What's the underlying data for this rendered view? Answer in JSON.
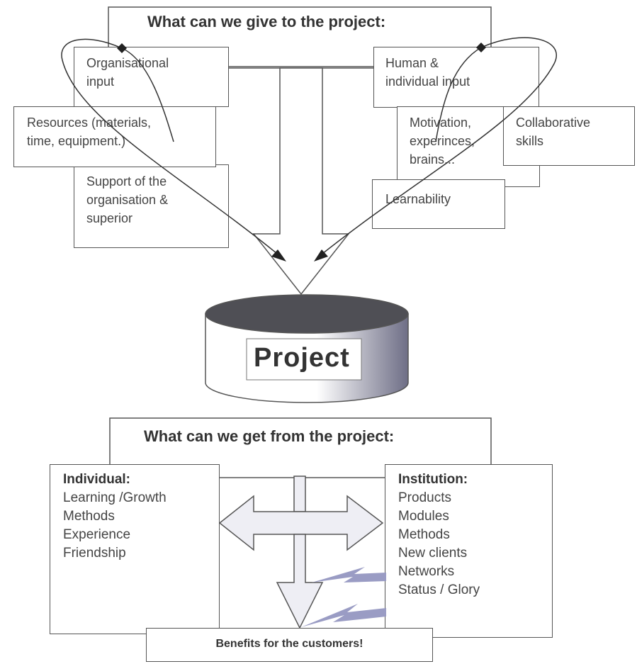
{
  "give": {
    "title": "What can we give to the project:",
    "organisational_input": "Organisational\ninput",
    "resources": "Resources (materials,\ntime, equipment.)",
    "support": "Support of the\norganisation &\nsuperior",
    "human_input": "Human &\nindividual input",
    "motivation": "Motivation,\nexperinces,\nbrains...",
    "collaborative": "Collaborative\nskills",
    "learnability": "Learnability"
  },
  "project": {
    "label": "Project"
  },
  "get": {
    "title": "What can we get from the project:",
    "individual": {
      "heading": "Individual:",
      "items": [
        "Learning /Growth",
        "Methods",
        "Experience",
        "Friendship"
      ]
    },
    "institution": {
      "heading": "Institution:",
      "items": [
        "Products",
        "Modules",
        "Methods",
        "New clients",
        "Networks",
        "Status / Glory"
      ]
    },
    "benefits": "Benefits for the customers!"
  },
  "colors": {
    "outline": "#555555",
    "cylinder_top": "#4f4f55",
    "arrow_fill": "#eeeef4",
    "lightning": "#9a9cc4"
  }
}
